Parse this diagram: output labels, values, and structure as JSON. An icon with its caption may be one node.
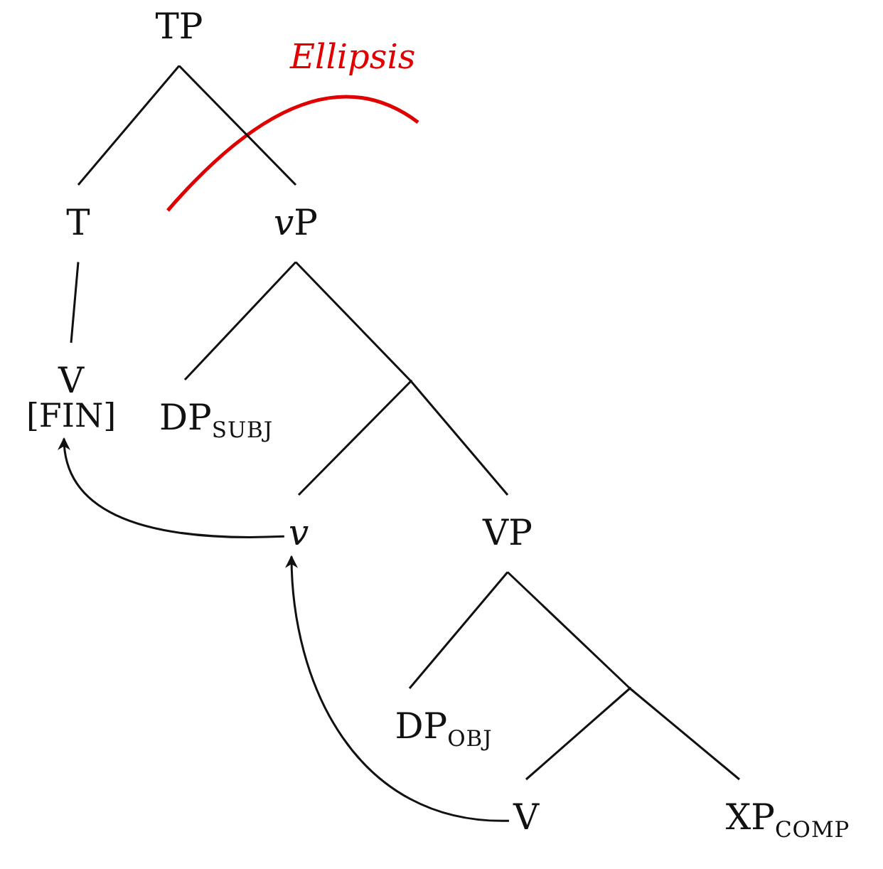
{
  "diagram": {
    "nodes": [
      {
        "text": [
          "TP"
        ]
      },
      {
        "text": [
          "T"
        ]
      },
      {
        "text": [
          "vP"
        ]
      },
      {
        "text": [
          "V",
          "[FIN]"
        ]
      },
      {
        "text": [
          "DP$_{SUBJ}$"
        ]
      },
      {
        "text": [],
        "shape": "point"
      },
      {
        "text": [
          "v"
        ]
      },
      {
        "text": [
          "VP"
        ]
      },
      {
        "text": [],
        "shape": "point"
      },
      {
        "text": [
          "DP$_{OBJ}$"
        ]
      },
      {
        "text": [
          "V"
        ]
      },
      {
        "text": [
          "XP$_{COMP}$"
        ]
      }
    ],
    "edges": [
      {
        "from": 0,
        "to": 1,
        "arrow": "none"
      },
      {
        "from": 0,
        "to": 2,
        "arrow": "none"
      },
      {
        "from": 1,
        "to": 3,
        "arrow": "none"
      },
      {
        "from": 2,
        "to": 4,
        "arrow": "none"
      },
      {
        "from": 2,
        "to": 5,
        "arrow": "none"
      },
      {
        "from": 5,
        "to": 6,
        "arrow": "none"
      },
      {
        "from": 5,
        "to": 7,
        "arrow": "none"
      },
      {
        "from": 7,
        "to": 9,
        "arrow": "none"
      },
      {
        "from": 7,
        "to": 8,
        "arrow": "none"
      },
      {
        "from": 8,
        "to": 10,
        "arrow": "none"
      },
      {
        "from": 8,
        "to": 11,
        "arrow": "none"
      },
      {
        "from": 6,
        "to": 3,
        "arrow": "to"
      },
      {
        "from": 10,
        "to": 6,
        "arrow": "to"
      }
    ],
    "labels": [
      "Ellipsis"
    ]
  }
}
